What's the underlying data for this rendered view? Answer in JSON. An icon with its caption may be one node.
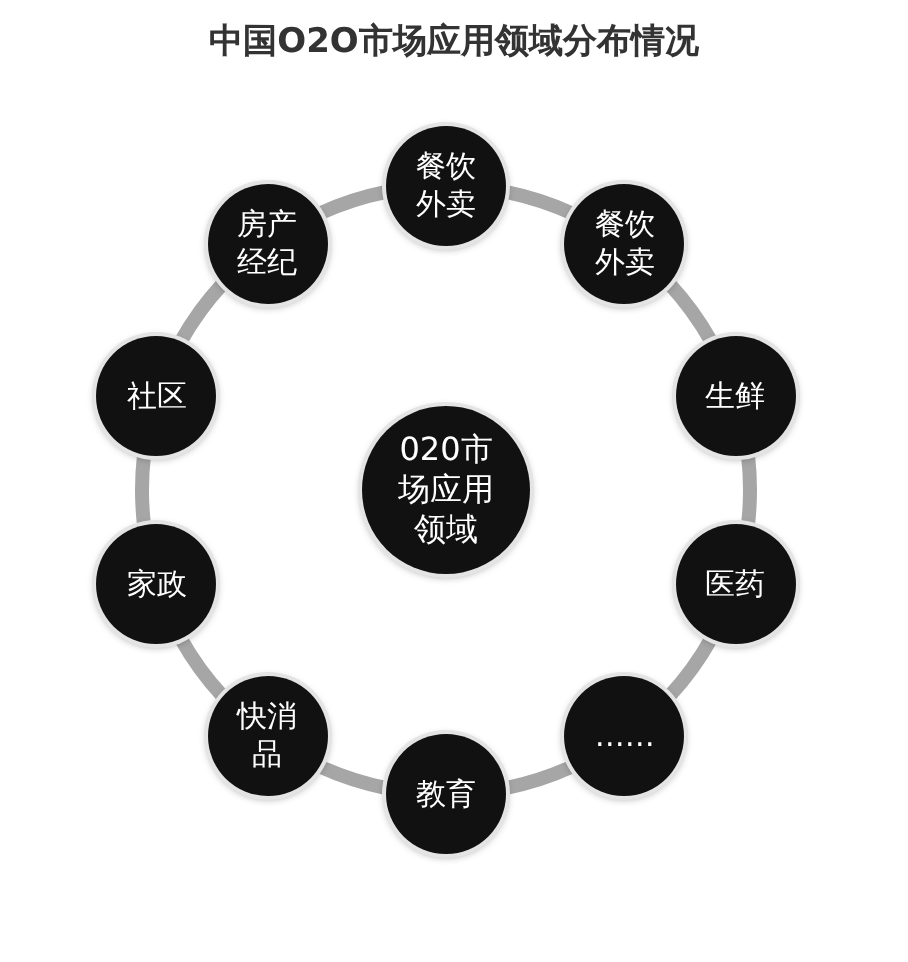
{
  "diagram": {
    "title": "中国O2O市场应用领域分布情况",
    "nodes": [
      {
        "text": [
          "餐饮外卖"
        ]
      },
      {
        "text": [
          "餐饮外卖"
        ]
      },
      {
        "text": [
          "生鲜"
        ]
      },
      {
        "text": [
          "医药"
        ]
      },
      {
        "text": [
          "……"
        ]
      },
      {
        "text": [
          "教育"
        ]
      },
      {
        "text": [
          "快消品"
        ]
      },
      {
        "text": [
          "家政"
        ]
      },
      {
        "text": [
          "社区"
        ]
      },
      {
        "text": [
          "房产经纪"
        ]
      },
      {
        "text": [
          "020市场应用领域"
        ]
      }
    ],
    "edges": [
      {
        "from": 0,
        "to": 1,
        "arrow": "none"
      },
      {
        "from": 1,
        "to": 2,
        "arrow": "none"
      },
      {
        "from": 2,
        "to": 3,
        "arrow": "none"
      },
      {
        "from": 3,
        "to": 4,
        "arrow": "none"
      },
      {
        "from": 4,
        "to": 5,
        "arrow": "none"
      },
      {
        "from": 5,
        "to": 6,
        "arrow": "none"
      },
      {
        "from": 6,
        "to": 7,
        "arrow": "none"
      },
      {
        "from": 7,
        "to": 8,
        "arrow": "none"
      },
      {
        "from": 8,
        "to": 9,
        "arrow": "none"
      },
      {
        "from": 9,
        "to": 0,
        "arrow": "none"
      }
    ]
  }
}
